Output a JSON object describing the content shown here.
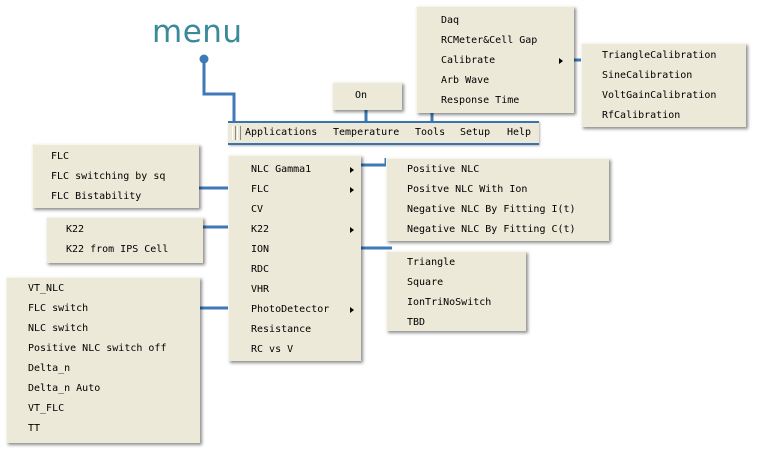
{
  "title": "menu",
  "colors": {
    "connector": "#3f7ab8",
    "title": "#3a8a9a",
    "menu_bg": "#ece9d8"
  },
  "menubar": {
    "items": [
      "Applications",
      "Temperature",
      "Tools",
      "Setup",
      "Help"
    ]
  },
  "temperature_menu": {
    "items": [
      "On"
    ]
  },
  "tools_menu": {
    "items": [
      "Daq",
      "RCMeter&Cell Gap",
      "Calibrate",
      "Arb Wave",
      "Response Time"
    ]
  },
  "calibrate_menu": {
    "items": [
      "TriangleCalibration",
      "SineCalibration",
      "VoltGainCalibration",
      "RfCalibration"
    ]
  },
  "applications_menu": {
    "items": [
      "NLC Gamma1",
      "FLC",
      "CV",
      "K22",
      "ION",
      "RDC",
      "VHR",
      "PhotoDetector",
      "Resistance",
      "RC vs V"
    ]
  },
  "nlc_menu": {
    "items": [
      "Positive NLC",
      "Positve NLC With Ion",
      "Negative NLC By Fitting I(t)",
      "Negative NLC By Fitting C(t)"
    ]
  },
  "ion_menu": {
    "items": [
      "Triangle",
      "Square",
      "IonTriNoSwitch",
      "TBD"
    ]
  },
  "flc_menu": {
    "items": [
      "FLC",
      "FLC switching by sq",
      "FLC Bistability"
    ]
  },
  "k22_menu": {
    "items": [
      "K22",
      "K22 from IPS Cell"
    ]
  },
  "photodetector_menu": {
    "items": [
      "VT_NLC",
      "FLC switch",
      "NLC switch",
      "Positive NLC switch off",
      "Delta_n",
      "Delta_n Auto",
      "VT_FLC",
      "TT"
    ]
  }
}
